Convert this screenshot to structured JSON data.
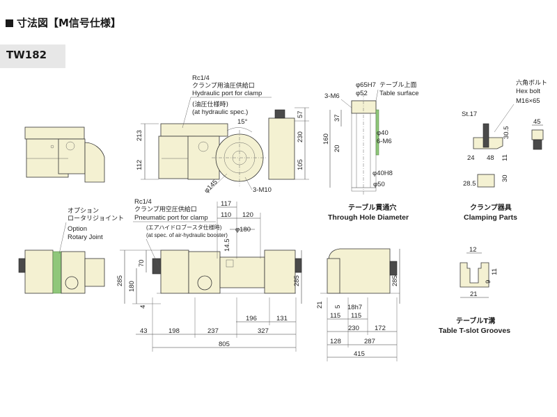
{
  "header": {
    "title": "寸法図【M信号仕様】",
    "model": "TW182"
  },
  "top_view": {
    "hydraulic_port": {
      "jp": "Rc1/4",
      "jp2": "クランプ用油圧供給口",
      "en": "Hydraulic port for clamp",
      "spec_jp": "(油圧仕様時)",
      "spec_en": "(at hydraulic spec.)"
    },
    "dims": {
      "d213": "213",
      "d112": "112",
      "d57": "57",
      "d230": "230",
      "d105": "105",
      "angle": "15°",
      "phi145": "φ145",
      "m10": "3-M10"
    }
  },
  "front_view": {
    "option_joint": {
      "jp1": "オプション",
      "jp2": "ロータリジョイント",
      "en1": "Option",
      "en2": "Rotary Joint"
    },
    "pneumatic_port": {
      "jp": "Rc1/4",
      "jp2": "クランプ用空圧供給口",
      "en": "Pneumatic port for clamp",
      "spec_jp": "(エアハイドロブースタ仕様時)",
      "spec_en": "(at spec. of air-hydraulic booster)"
    },
    "dims": {
      "d117": "117",
      "d110": "110",
      "d120": "120",
      "phi180": "φ180",
      "d14_5": "14.5",
      "d285": "285",
      "d180": "180",
      "d70": "70",
      "d4": "4",
      "d43": "43",
      "d198": "198",
      "d237": "237",
      "d327": "327",
      "d196": "196",
      "d131": "131",
      "d805": "805"
    }
  },
  "side_view": {
    "dims": {
      "d285": "285",
      "d21": "21",
      "d5": "5",
      "d18h7": "18h7",
      "d115a": "115",
      "d115b": "115",
      "d230": "230",
      "d172": "172",
      "d128": "128",
      "d287": "287",
      "d415": "415"
    }
  },
  "through_hole": {
    "table_surface_jp": "テーブル上面",
    "table_surface_en": "Table surface",
    "dims": {
      "phi65h7": "φ65H7",
      "phi52": "φ52",
      "m6a": "3-M6",
      "d37": "37",
      "d160": "160",
      "d20": "20",
      "phi40": "φ40",
      "m6b": "6-M6",
      "phi40h8": "φ40H8",
      "phi50": "φ50"
    },
    "caption_jp": "テーブル貫通穴",
    "caption_en": "Through Hole Diameter"
  },
  "clamping_parts": {
    "bolt_jp": "六角ボルト",
    "bolt_en": "Hex bolt",
    "bolt_size": "M16×65",
    "dims": {
      "st17": "St.17",
      "d30_5": "30.5",
      "d45": "45",
      "d24": "24",
      "d48": "48",
      "d11": "11",
      "d28_5": "28.5",
      "d30": "30"
    },
    "caption_jp": "クランプ器具",
    "caption_en": "Clamping Parts"
  },
  "t_slot": {
    "dims": {
      "d12": "12",
      "d9": "9",
      "d11": "11",
      "d21": "21"
    },
    "caption_jp": "テーブルT溝",
    "caption_en": "Table T-slot Grooves"
  }
}
